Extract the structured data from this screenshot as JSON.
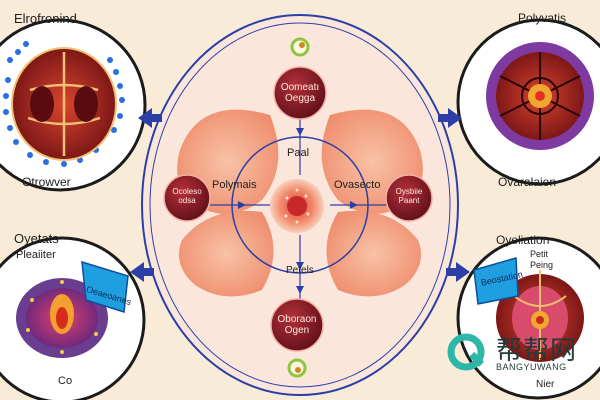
{
  "corners": {
    "top_left": {
      "title": "Elrofronind",
      "caption": "Otrowver"
    },
    "top_right": {
      "title": "Polyvatis",
      "caption": "Ovaralaion"
    },
    "bottom_left": {
      "title": "Oyetats",
      "subtitle": "Pleaiiter",
      "badge": "Oeaeoanes",
      "caption": "Co"
    },
    "bottom_right": {
      "title": "Oyeliation",
      "subtitle1": "Petit",
      "subtitle2": "Peing",
      "badge": "Beostation",
      "caption": "Nier"
    }
  },
  "center": {
    "top_node": {
      "line1": "Oomeatı",
      "line2": "Oegga"
    },
    "left_node": {
      "line1": "Ocoleso",
      "line2": "odsa"
    },
    "right_node": {
      "line1": "Oysbiie",
      "line2": "Paant"
    },
    "bottom_node": {
      "line1": "Oboraon",
      "line2": "Ogen"
    },
    "label_top": "Paal",
    "label_left": "Polymais",
    "label_right": "Ovasecto",
    "label_bottom": "Petels"
  },
  "watermark": {
    "cn": "帮帮网",
    "en": "BANGYUWANG"
  },
  "colors": {
    "background": "#f8ecd9",
    "ring": "#2c3fa6",
    "node": "#7a1620",
    "petal": "#f4a285",
    "accent_green": "#8cc63f",
    "badge": "#1f9ee0"
  }
}
